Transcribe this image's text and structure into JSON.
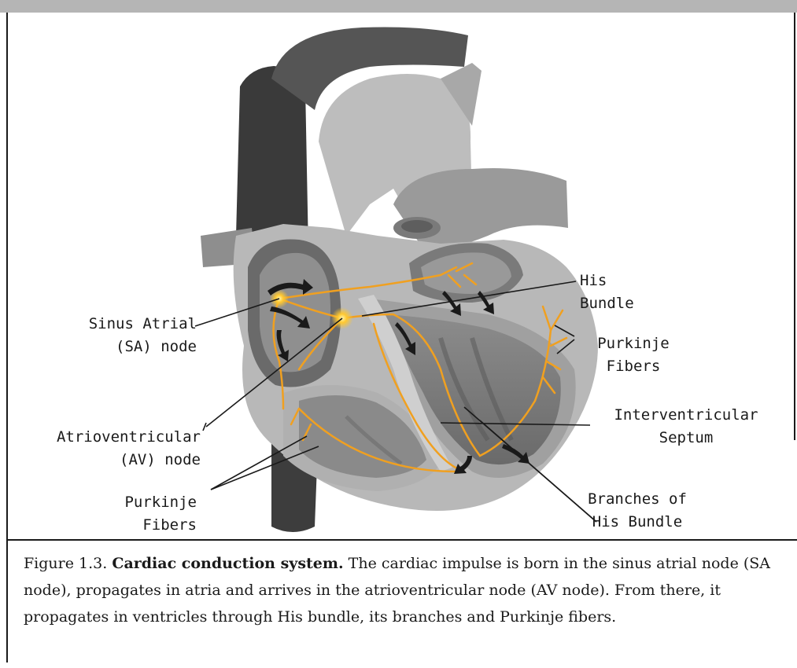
{
  "labels": {
    "sa_node": [
      "Sinus Atrial",
      "(SA) node"
    ],
    "av_node": [
      "Atrioventricular",
      "(AV) node"
    ],
    "purkinje_left": [
      "Purkinje",
      "Fibers"
    ],
    "his_bundle": [
      "His",
      "Bundle"
    ],
    "purkinje_right": [
      "Purkinje",
      "Fibers"
    ],
    "septum": [
      "Interventricular",
      "Septum"
    ],
    "branches": [
      "Branches of",
      "His Bundle"
    ]
  },
  "caption": {
    "number": "Figure 1.3.",
    "title": "Cardiac conduction system.",
    "text": "The cardiac impulse is born in the sinus atrial node (SA node), propagates in atria and arrives in the atrioventricular node (AV node). From there, it propagates in ventricles through His bundle, its branches and Purkinje fibers."
  },
  "colors": {
    "conduction": "#f0a020",
    "node_glow": "#ffd040",
    "arrow": "#1a1a1a",
    "heart_light": "#c8c8c8",
    "heart_mid": "#9a9a9a",
    "heart_dark": "#4a4a4a"
  }
}
